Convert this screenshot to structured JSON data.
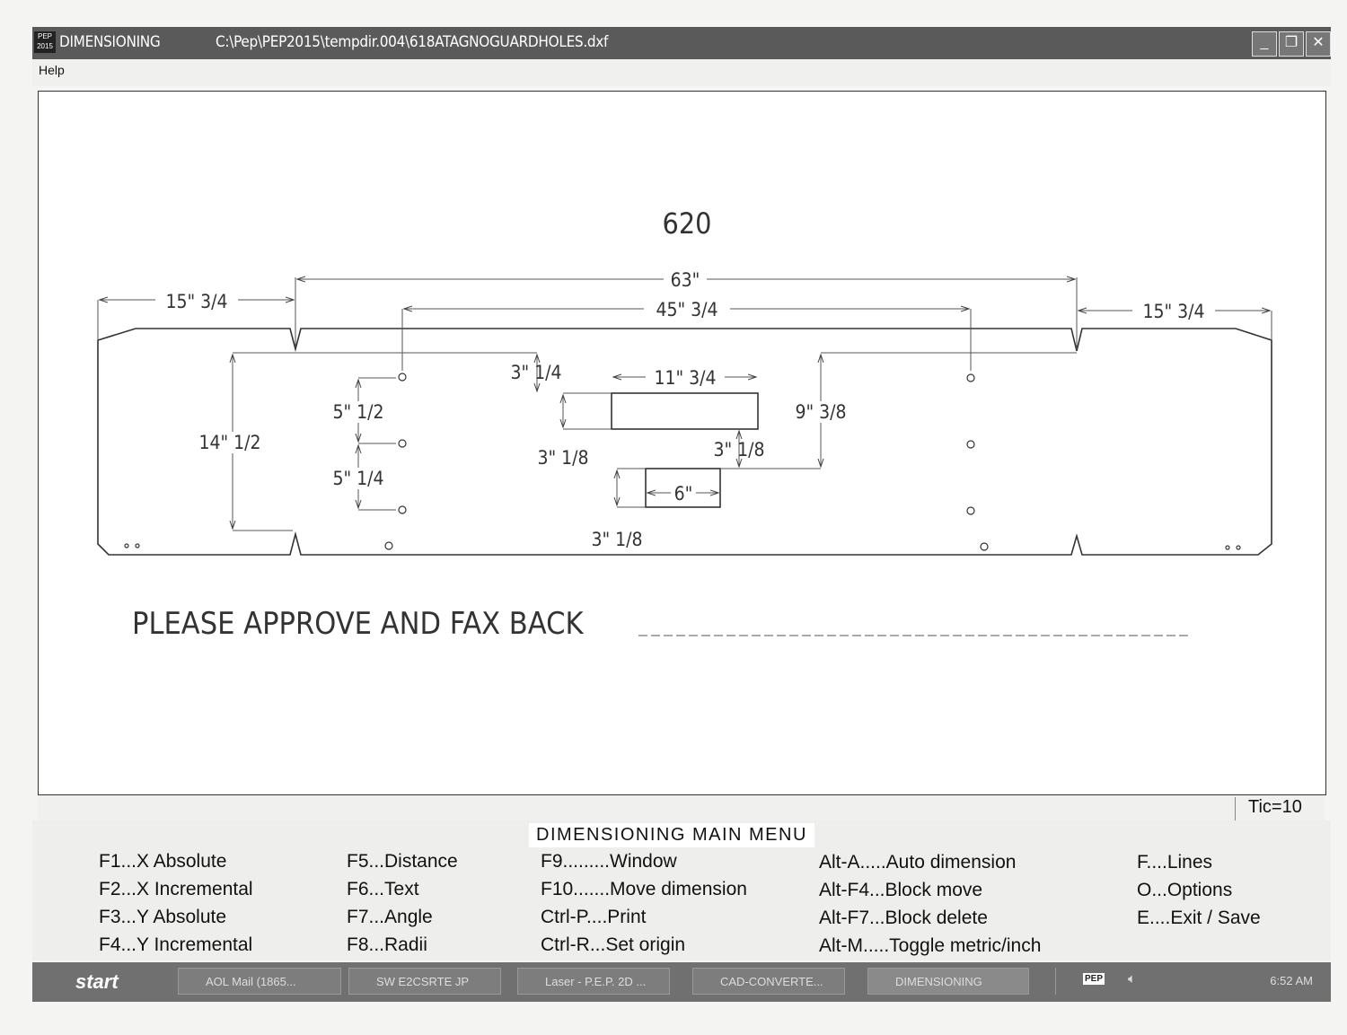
{
  "window": {
    "app_name": "DIMENSIONING",
    "file_path": "C:\\Pep\\PEP2015\\tempdir.004\\618ATAGNOGUARDHOLES.dxf",
    "app_icon_text": "PEP 2015",
    "minimize": "_",
    "maximize": "❐",
    "close": "✕"
  },
  "menubar": {
    "help": "Help"
  },
  "drawing": {
    "part_number": "620",
    "note": "PLEASE APPROVE AND FAX BACK",
    "dims": {
      "overall_notch": "63\"",
      "left_end": "15\" 3/4",
      "right_end": "15\" 3/4",
      "hole_span": "45\" 3/4",
      "height": "14\" 1/2",
      "hole_upper": "5\" 1/2",
      "hole_lower": "5\" 1/4",
      "slot_top": "3\" 1/4",
      "slot_height": "3\" 1/8",
      "slot_width": "11\" 3/4",
      "right_depth": "9\" 3/8",
      "slot_gap": "3\" 1/8",
      "small_width": "6\"",
      "small_height": "3\" 1/8"
    }
  },
  "status": {
    "tic": "Tic=10"
  },
  "main_menu": {
    "title": "DIMENSIONING MAIN MENU",
    "columns": [
      [
        "F1...X Absolute",
        "F2...X Incremental",
        "F3...Y Absolute",
        "F4...Y Incremental"
      ],
      [
        "F5...Distance",
        "F6...Text",
        "F7...Angle",
        "F8...Radii"
      ],
      [
        "F9.........Window",
        "F10.......Move dimension",
        "Ctrl-P....Print",
        "Ctrl-R...Set origin"
      ],
      [
        "Alt-A.....Auto dimension",
        "Alt-F4...Block move",
        "Alt-F7...Block delete",
        "Alt-M.....Toggle metric/inch"
      ],
      [
        "F....Lines",
        "O...Options",
        "E....Exit / Save"
      ]
    ]
  },
  "taskbar": {
    "start": "start",
    "items": [
      "AOL Mail (1865...",
      "SW E2CSRTE JP",
      "Laser - P.E.P. 2D ...",
      "CAD-CONVERTE...",
      "DIMENSIONING"
    ],
    "tray_pep": "PEP",
    "clock": "6:52 AM"
  }
}
